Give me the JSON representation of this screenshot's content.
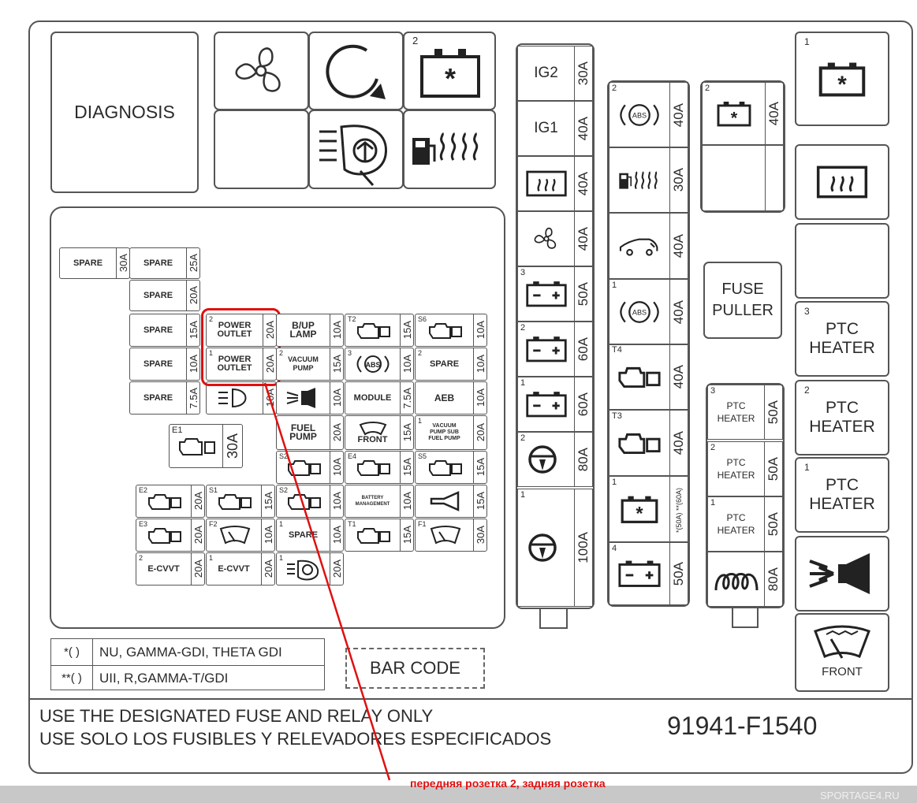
{
  "diagnosis_label": "DIAGNOSIS",
  "fuse_puller_line1": "FUSE",
  "fuse_puller_line2": "PULLER",
  "bar_code_label": "BAR CODE",
  "legend": [
    {
      "symbol": "*( )",
      "text": "NU, GAMMA-GDI, THETA GDI"
    },
    {
      "symbol": "**( )",
      "text": "UII, R,GAMMA-T/GDI"
    }
  ],
  "footer": {
    "line1": "USE THE DESIGNATED FUSE AND RELAY ONLY",
    "line2": "USE SOLO LOS FUSIBLES Y RELEVADORES ESPECIFICADOS",
    "part_number": "91941-F1540"
  },
  "annotation": "передняя розетка 2, задняя розетка",
  "watermark": "SPORTAGE4.RU",
  "highlight_color": "#e01010",
  "top_relays": {
    "battery_relay_2_num": "2"
  },
  "center_column": [
    {
      "label": "IG2",
      "amp": "30A"
    },
    {
      "label": "IG1",
      "amp": "40A"
    },
    {
      "icon": "rear-defrost-icon",
      "amp": "40A"
    },
    {
      "icon": "fan-icon",
      "amp": "40A"
    },
    {
      "icon": "battery-icon",
      "num": "3",
      "amp": "50A"
    },
    {
      "icon": "battery-icon",
      "num": "2",
      "amp": "60A"
    },
    {
      "icon": "battery-icon",
      "num": "1",
      "amp": "60A"
    },
    {
      "icon": "steering-icon",
      "num": "2",
      "amp": "80A"
    },
    {
      "icon": "steering-icon",
      "num": "1",
      "amp": "100A"
    }
  ],
  "second_column": [
    {
      "icon": "abs-icon",
      "num": "2",
      "amp": "40A"
    },
    {
      "icon": "fuel-heater-icon",
      "amp": "30A"
    },
    {
      "icon": "car-icon",
      "amp": "40A"
    },
    {
      "icon": "abs-icon",
      "num": "1",
      "amp": "40A"
    },
    {
      "icon": "engine-icon",
      "num": "T4",
      "amp": "40A"
    },
    {
      "icon": "engine-icon",
      "num": "T3",
      "amp": "40A"
    },
    {
      "icon": "battery-star-icon",
      "num": "1",
      "amp": "*(50A) **(60A)"
    },
    {
      "icon": "battery-icon",
      "num": "4",
      "amp": "50A"
    }
  ],
  "third_column": [
    {
      "icon": "battery-star-icon",
      "num": "2",
      "amp": "40A"
    },
    {
      "label": "PTC HEATER",
      "num": "3",
      "amp": "50A"
    },
    {
      "label": "PTC HEATER",
      "num": "2",
      "amp": "50A"
    },
    {
      "label": "PTC HEATER",
      "num": "1",
      "amp": "50A"
    },
    {
      "icon": "coil-icon",
      "amp": "80A"
    }
  ],
  "right_column": [
    {
      "icon": "battery-star-icon",
      "num": "1"
    },
    {
      "icon": "rear-defrost-icon"
    },
    {
      "label": ""
    },
    {
      "label": "PTC HEATER",
      "num": "3"
    },
    {
      "label": "PTC HEATER",
      "num": "2"
    },
    {
      "label": "PTC HEATER",
      "num": "1"
    },
    {
      "icon": "horn-icon"
    },
    {
      "icon": "wiper-icon",
      "label": "FRONT"
    }
  ],
  "mini": {
    "spare": "SPARE",
    "power_outlet": "POWER OUTLET",
    "bup_lamp": "B/UP LAMP",
    "vacuum_pump": "VACUUM PUMP",
    "module": "MODULE",
    "aeb": "AEB",
    "fuel_pump": "FUEL PUMP",
    "front": "FRONT",
    "vacuum_sub": "VACUUM PUMP SUB FUEL PUMP",
    "battery_mgmt": "BATTERY MANAGEMENT",
    "ecvvt": "E-CVVT",
    "a30": "30A",
    "a25": "25A",
    "a20": "20A",
    "a15": "15A",
    "a10": "10A",
    "a7": "7.5A",
    "e1": "E1",
    "e2": "E2",
    "e3": "E3",
    "s1": "S1",
    "s2": "S2",
    "s5": "S5",
    "s6": "S6",
    "t1": "T1",
    "t2": "T2",
    "f1": "F1",
    "f2": "F2",
    "n1": "1",
    "n2": "2",
    "n3": "3",
    "e4": "E4"
  }
}
